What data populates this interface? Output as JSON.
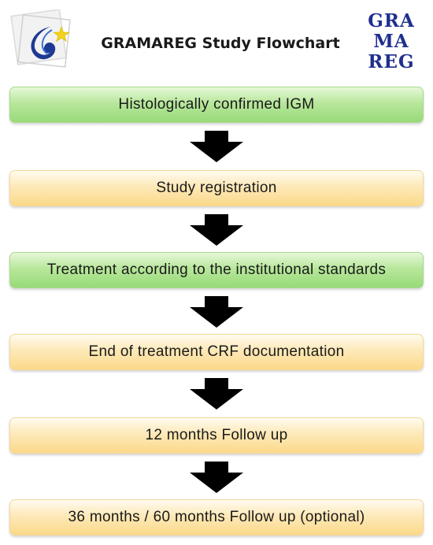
{
  "header": {
    "title": "GRAMAREG Study Flowchart",
    "right_logo": [
      "GRA",
      "MA",
      "REG"
    ]
  },
  "colors": {
    "green_box": "#b8e79c",
    "yellow_box": "#fde9b8",
    "logo_blue": "#1f2f8f",
    "star": "#f2d21b",
    "arrow": "#000000"
  },
  "steps": [
    {
      "label": "Histologically confirmed  IGM",
      "style": "green"
    },
    {
      "label": "Study registration",
      "style": "yellow"
    },
    {
      "label": "Treatment  according to the institutional standards",
      "style": "green"
    },
    {
      "label": "End  of treatment  CRF documentation",
      "style": "yellow"
    },
    {
      "label": "12 months  Follow up",
      "style": "yellow"
    },
    {
      "label": "36 months  / 60 months  Follow up (optional)",
      "style": "yellow"
    }
  ]
}
